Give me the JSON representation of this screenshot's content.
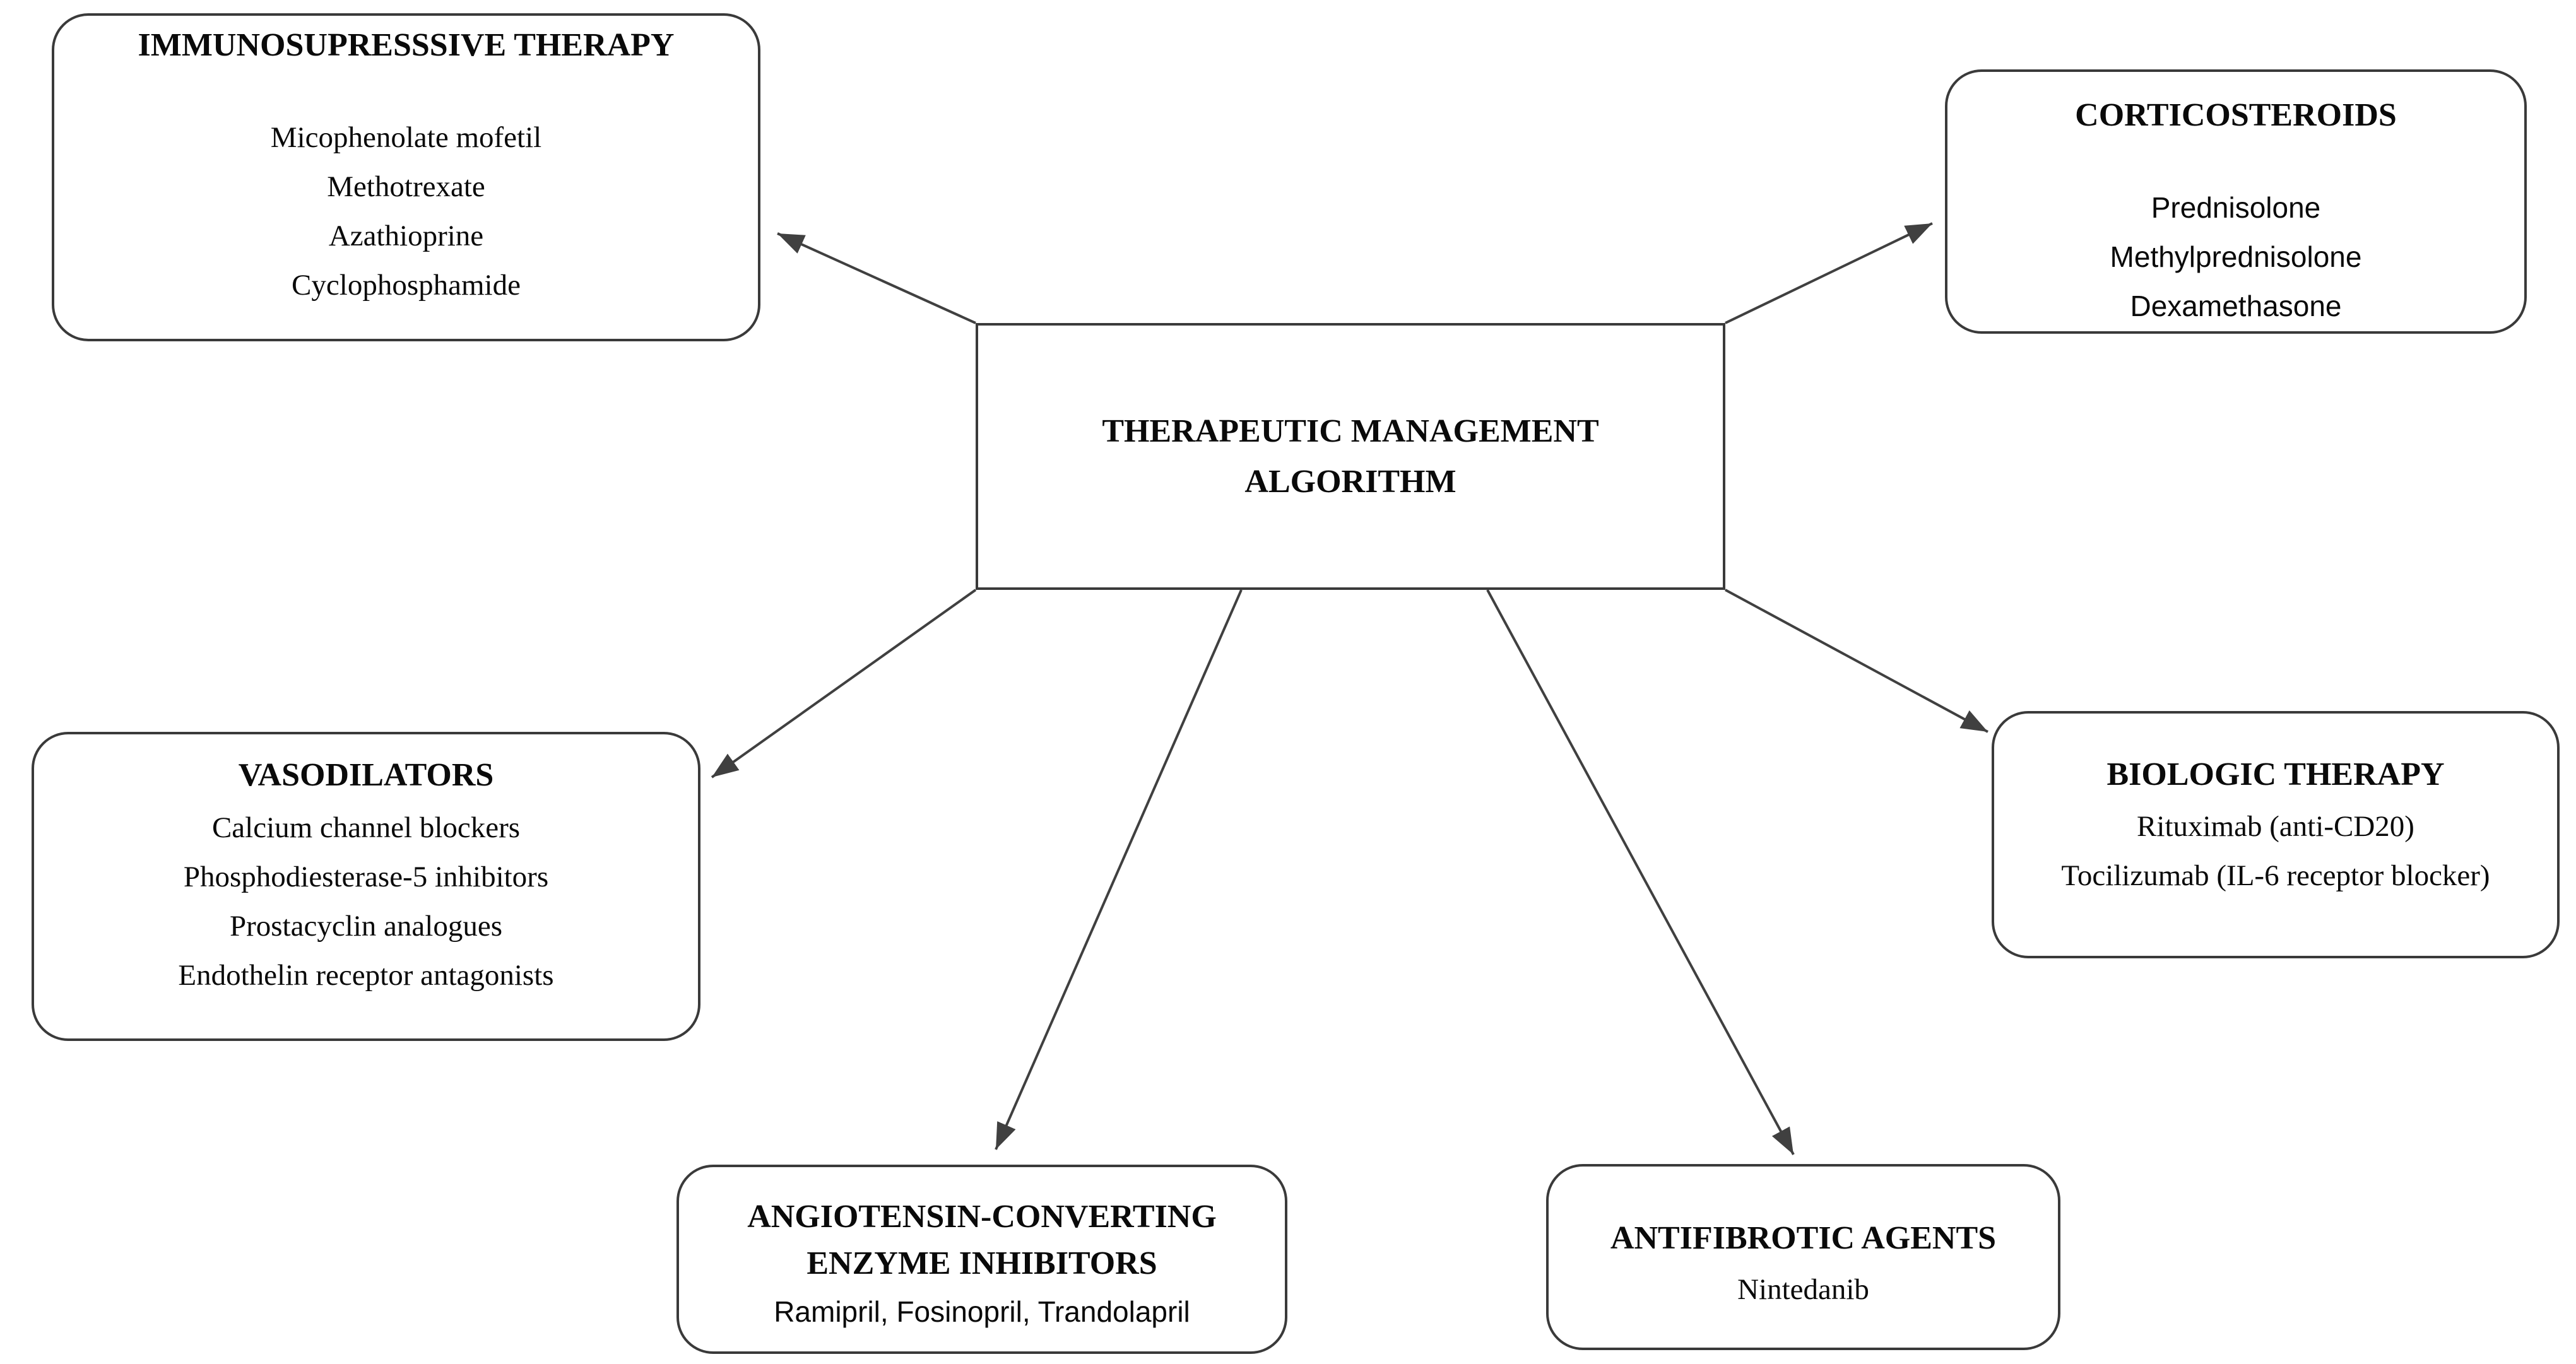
{
  "figure": {
    "background": "#ffffff",
    "box_border_color": "#3a3a3a",
    "arrow_color": "#404040",
    "text_color": "#0a0a0a"
  },
  "center": {
    "title_line1": "THERAPEUTIC MANAGEMENT",
    "title_line2": "ALGORITHM"
  },
  "nodes": {
    "immunosuppressive": {
      "title": "IMMUNOSUPRESSSIVE THERAPY",
      "items": [
        "Micophenolate mofetil",
        "Methotrexate",
        "Azathioprine",
        "Cyclophosphamide"
      ]
    },
    "corticosteroids": {
      "title": "CORTICOSTEROIDS",
      "items": [
        "Prednisolone",
        "Methylprednisolone",
        "Dexamethasone"
      ]
    },
    "vasodilators": {
      "title": "VASODILATORS",
      "items": [
        "Calcium channel blockers",
        "Phosphodiesterase-5 inhibitors",
        "Prostacyclin analogues",
        "Endothelin receptor antagonists"
      ]
    },
    "biologic": {
      "title": "BIOLOGIC THERAPY",
      "items": [
        "Rituximab (anti-CD20)",
        "Tocilizumab (IL-6 receptor blocker)"
      ]
    },
    "ace": {
      "title_line1": "ANGIOTENSIN-CONVERTING",
      "title_line2": "ENZYME INHIBITORS",
      "items": [
        "Ramipril, Fosinopril, Trandolapril"
      ]
    },
    "antifibrotic": {
      "title": "ANTIFIBROTIC AGENTS",
      "items": [
        "Nintedanib"
      ]
    }
  }
}
